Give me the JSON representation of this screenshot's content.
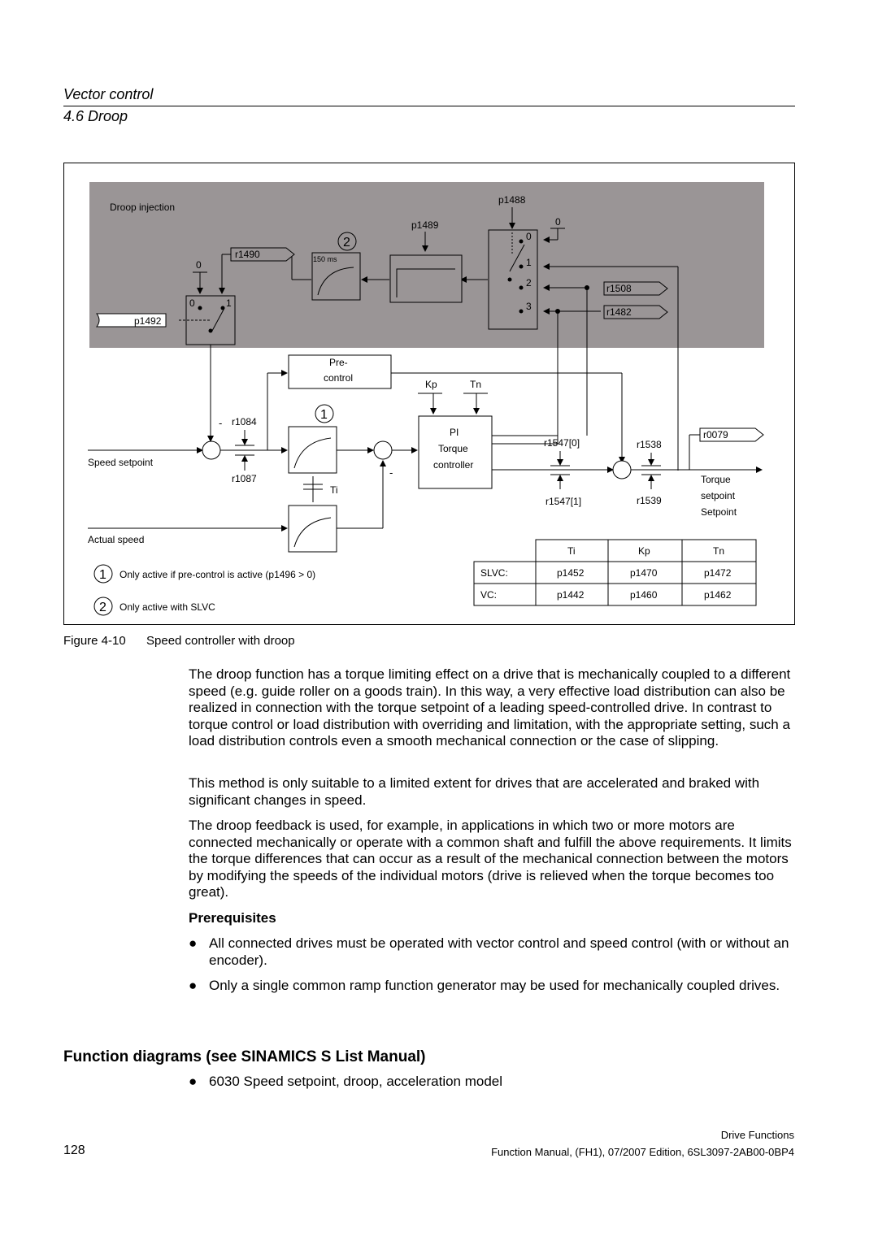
{
  "header": {
    "section": "Vector control",
    "subsection": "4.6 Droop"
  },
  "figure": {
    "number": "Figure 4-10",
    "title": "Speed controller with droop",
    "labels": {
      "droop_injection": "Droop injection",
      "p1488": "p1488",
      "p1489": "p1489",
      "r1490": "r1490",
      "p1492": "p1492",
      "ms150": "150 ms",
      "zero": "0",
      "one": "1",
      "two": "2",
      "three": "3",
      "r1508": "r1508",
      "r1482": "r1482",
      "pre": "Pre-",
      "control": "control",
      "kp": "Kp",
      "tn": "Tn",
      "ti": "Ti",
      "r1084": "r1084",
      "r1087": "r1087",
      "minus": "-",
      "pi": "PI",
      "torque": "Torque",
      "controller": "controller",
      "r1547_0": "r1547[0]",
      "r1547_1": "r1547[1]",
      "r1538": "r1538",
      "r1539": "r1539",
      "r0079": "r0079",
      "torque_setpoint_1": "Torque",
      "torque_setpoint_2": "setpoint",
      "torque_setpoint_3": "Setpoint",
      "speed_setpoint": "Speed setpoint",
      "actual_speed": "Actual speed",
      "note1_num": "1",
      "note1": "Only active if pre-control is active (p1496 > 0)",
      "note2_num": "2",
      "note2": "Only active with SLVC"
    },
    "table": {
      "headers": [
        "",
        "Ti",
        "Kp",
        "Tn"
      ],
      "rows": [
        [
          "SLVC:",
          "p1452",
          "p1470",
          "p1472"
        ],
        [
          "VC:",
          "p1442",
          "p1460",
          "p1462"
        ]
      ]
    }
  },
  "body": {
    "p1": "The droop function has a torque limiting effect on a drive that is mechanically coupled to a different speed (e.g. guide roller on a goods train). In this way, a very effective load distribution can also be realized in connection with the torque setpoint of a leading speed-controlled drive. In contrast to torque control or load distribution with overriding and limitation, with the appropriate setting, such a load distribution controls even a smooth mechanical connection or the case of slipping.",
    "p2": "This method is only suitable to a limited extent for drives that are accelerated and braked with significant changes in speed.",
    "p3": "The droop feedback is used, for example, in applications in which two or more motors are connected mechanically or operate with a common shaft and fulfill the above requirements. It limits the torque differences that can occur as a result of the mechanical connection between the motors by modifying the speeds of the individual motors (drive is relieved when the torque becomes too great).",
    "prereq_heading": "Prerequisites",
    "bullets": [
      "All connected drives must be operated with vector control and speed control (with or without an encoder).",
      "Only a single common ramp function generator may be used for mechanically coupled drives."
    ],
    "fd_heading": "Function diagrams (see SINAMICS S List Manual)",
    "fd_bullets": [
      "6030 Speed setpoint, droop, acceleration model"
    ]
  },
  "footer": {
    "page": "128",
    "line1": "Drive Functions",
    "line2": "Function Manual, (FH1), 07/2007 Edition, 6SL3097-2AB00-0BP4"
  }
}
